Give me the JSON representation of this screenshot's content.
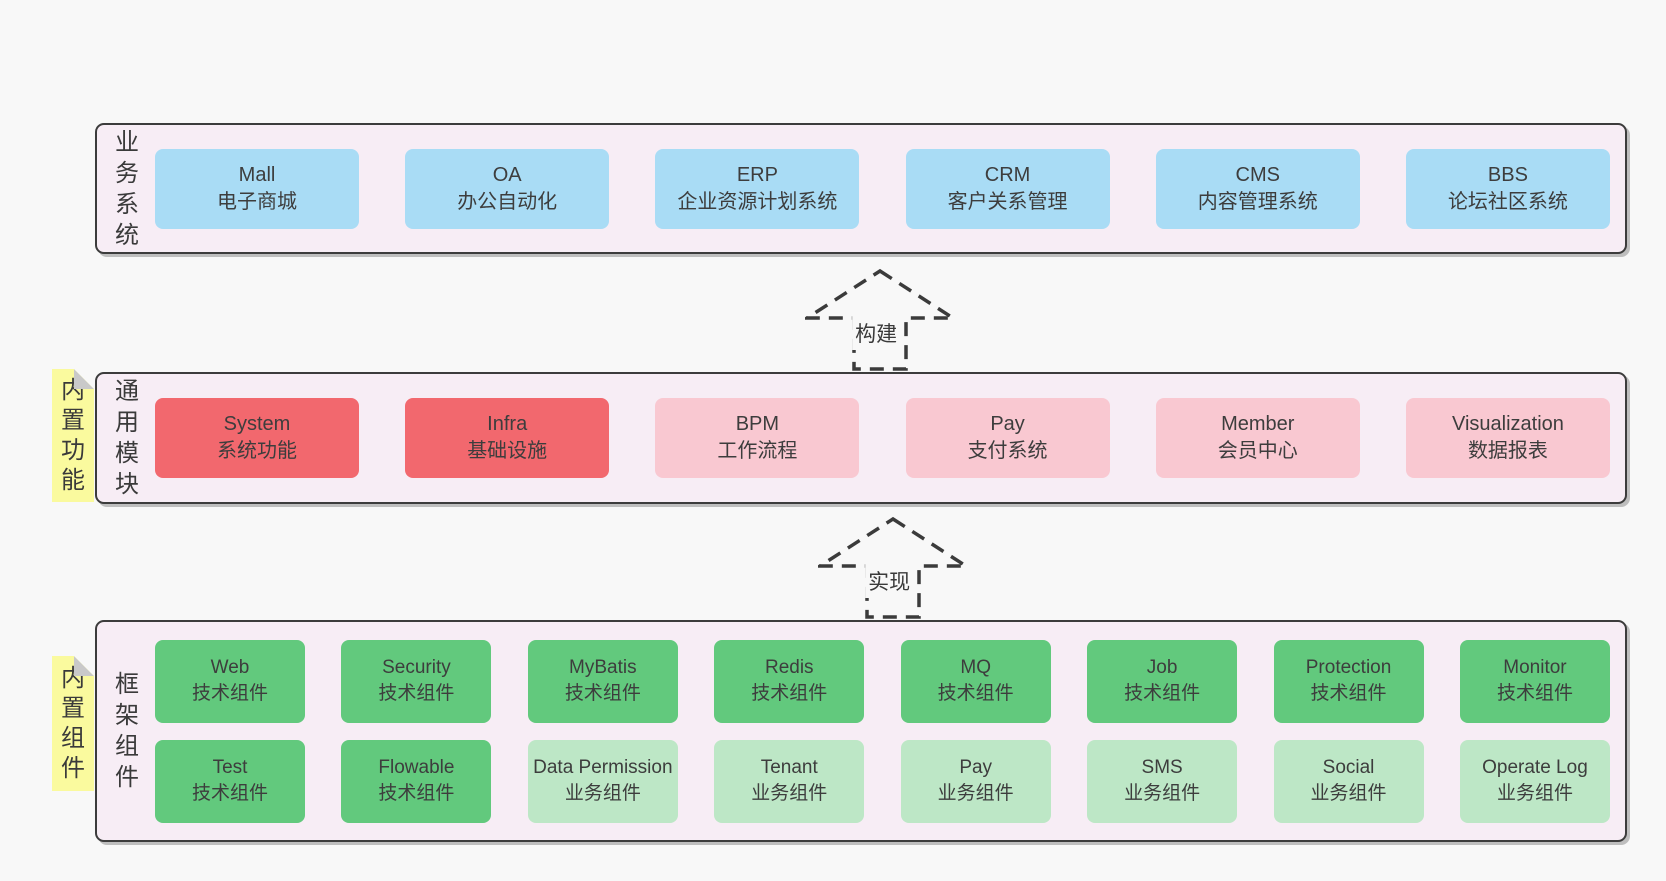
{
  "colors": {
    "page_bg": "#f8f8f8",
    "band_bg": "#f7edf5",
    "band_border": "#3c3c3c",
    "blue_box": "#a9dcf5",
    "red_box": "#f2686e",
    "pink_box": "#f9c8d1",
    "green_box": "#62c97d",
    "light_green_box": "#bde7c6",
    "sticky_note": "#fafa9e",
    "note_fold": "#c9c9c9",
    "text": "#3d3d3d"
  },
  "bands": {
    "business": {
      "label": "业务系统",
      "boxes": [
        {
          "en": "Mall",
          "zh": "电子商城"
        },
        {
          "en": "OA",
          "zh": "办公自动化"
        },
        {
          "en": "ERP",
          "zh": "企业资源计划系统"
        },
        {
          "en": "CRM",
          "zh": "客户关系管理"
        },
        {
          "en": "CMS",
          "zh": "内容管理系统"
        },
        {
          "en": "BBS",
          "zh": "论坛社区系统"
        }
      ]
    },
    "modules": {
      "label": "通用模块",
      "note": "内置功能",
      "boxes": [
        {
          "en": "System",
          "zh": "系统功能"
        },
        {
          "en": "Infra",
          "zh": "基础设施"
        },
        {
          "en": "BPM",
          "zh": "工作流程"
        },
        {
          "en": "Pay",
          "zh": "支付系统"
        },
        {
          "en": "Member",
          "zh": "会员中心"
        },
        {
          "en": "Visualization",
          "zh": "数据报表"
        }
      ]
    },
    "framework": {
      "label": "框架组件",
      "note": "内置组件",
      "row1": [
        {
          "en": "Web",
          "zh": "技术组件"
        },
        {
          "en": "Security",
          "zh": "技术组件"
        },
        {
          "en": "MyBatis",
          "zh": "技术组件"
        },
        {
          "en": "Redis",
          "zh": "技术组件"
        },
        {
          "en": "MQ",
          "zh": "技术组件"
        },
        {
          "en": "Job",
          "zh": "技术组件"
        },
        {
          "en": "Protection",
          "zh": "技术组件"
        },
        {
          "en": "Monitor",
          "zh": "技术组件"
        }
      ],
      "row2": [
        {
          "en": "Test",
          "zh": "技术组件"
        },
        {
          "en": "Flowable",
          "zh": "技术组件"
        },
        {
          "en": "Data Permission",
          "zh": "业务组件"
        },
        {
          "en": "Tenant",
          "zh": "业务组件"
        },
        {
          "en": "Pay",
          "zh": "业务组件"
        },
        {
          "en": "SMS",
          "zh": "业务组件"
        },
        {
          "en": "Social",
          "zh": "业务组件"
        },
        {
          "en": "Operate Log",
          "zh": "业务组件"
        }
      ]
    }
  },
  "arrows": {
    "build": "构建",
    "implement": "实现"
  }
}
